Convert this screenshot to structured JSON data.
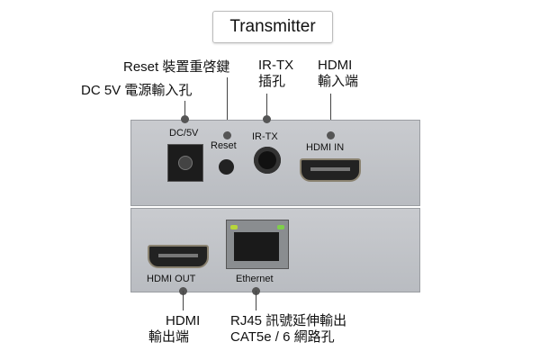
{
  "title": "Transmitter",
  "callouts": {
    "reset": "Reset 裝置重啓鍵",
    "dc_line1": "DC 5V 電源輸入孔",
    "irtx_line1": "IR-TX",
    "irtx_line2": "插孔",
    "hdmi_in_line1": "HDMI",
    "hdmi_in_line2": "輸入端",
    "hdmi_out_line1": "HDMI",
    "hdmi_out_line2": "輸出端",
    "rj45_line1": "RJ45 訊號延伸輸出",
    "rj45_line2": "CAT5e / 6 網路孔"
  },
  "panel_labels": {
    "dc": "DC/5V",
    "reset": "Reset",
    "irtx": "IR-TX",
    "hdmi_in": "HDMI IN",
    "hdmi_out": "HDMI OUT",
    "ethernet": "Ethernet"
  }
}
